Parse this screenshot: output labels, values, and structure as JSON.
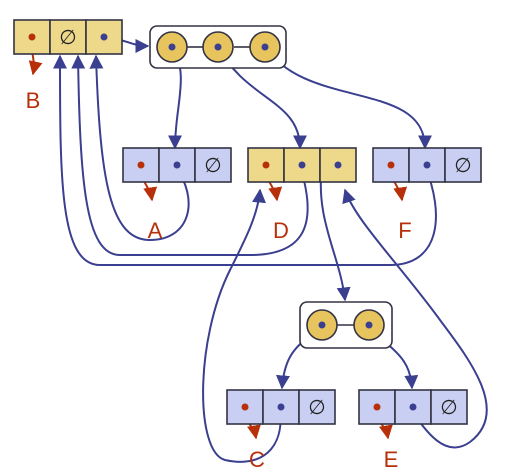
{
  "diagram": {
    "null_symbol": "∅",
    "labels": {
      "a": "A",
      "b": "B",
      "c": "C",
      "d": "D",
      "e": "E",
      "f": "F"
    }
  },
  "colors": {
    "yellow_fill": "#EED98B",
    "blue_fill": "#C9CFF2",
    "pointer": "#3B3F8F",
    "ref": "#B8300A",
    "node_fill": "#E7C45E",
    "node_stroke": "#333344",
    "label": "#B8300A"
  }
}
